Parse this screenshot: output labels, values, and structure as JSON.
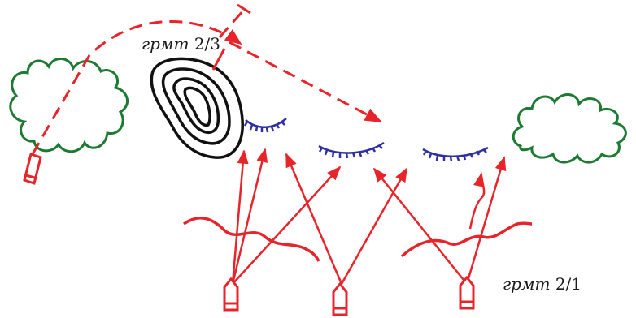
{
  "labels": {
    "top": {
      "prefix": "грмт",
      "number": "2/3"
    },
    "bottom": {
      "prefix": "грмт",
      "number": "2/1"
    }
  },
  "colors": {
    "red": "#e8242b",
    "green": "#1d7a32",
    "blue": "#2f2fa0",
    "black": "#111111"
  },
  "icons": [
    "tank-icon",
    "tank-icon",
    "tank-icon",
    "tank-icon",
    "bush-icon",
    "bush-icon",
    "hill-icon",
    "trench-icon",
    "trench-icon",
    "trench-icon"
  ]
}
